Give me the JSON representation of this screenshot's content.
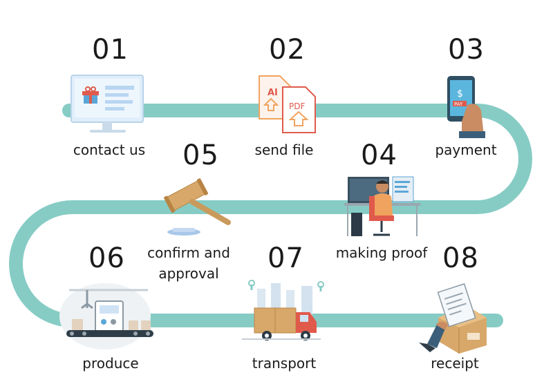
{
  "colors": {
    "path": "#86ccc5",
    "accent_red": "#e05a4b",
    "accent_orange": "#f0a35e",
    "monitor_blue": "#cfe3f5",
    "box_brown": "#d8a86a",
    "text": "#1a1a1a"
  },
  "steps": [
    {
      "number": "01",
      "label": "contact us",
      "icon": "monitor-gift-icon"
    },
    {
      "number": "02",
      "label": "send file",
      "icon": "ai-pdf-files-icon"
    },
    {
      "number": "03",
      "label": "payment",
      "icon": "phone-pay-icon"
    },
    {
      "number": "04",
      "label": "making proof",
      "icon": "designer-workstation-icon"
    },
    {
      "number": "05",
      "label_line1": "confirm and",
      "label_line2": "approval",
      "icon": "gavel-icon"
    },
    {
      "number": "06",
      "label": "produce",
      "icon": "factory-machine-icon"
    },
    {
      "number": "07",
      "label": "transport",
      "icon": "delivery-truck-icon"
    },
    {
      "number": "08",
      "label": "receipt",
      "icon": "parcel-receipt-icon"
    }
  ],
  "icon_text": {
    "file_ai": "AI",
    "file_pdf": "PDF",
    "phone_dollar": "$",
    "phone_pay": "PAY"
  }
}
